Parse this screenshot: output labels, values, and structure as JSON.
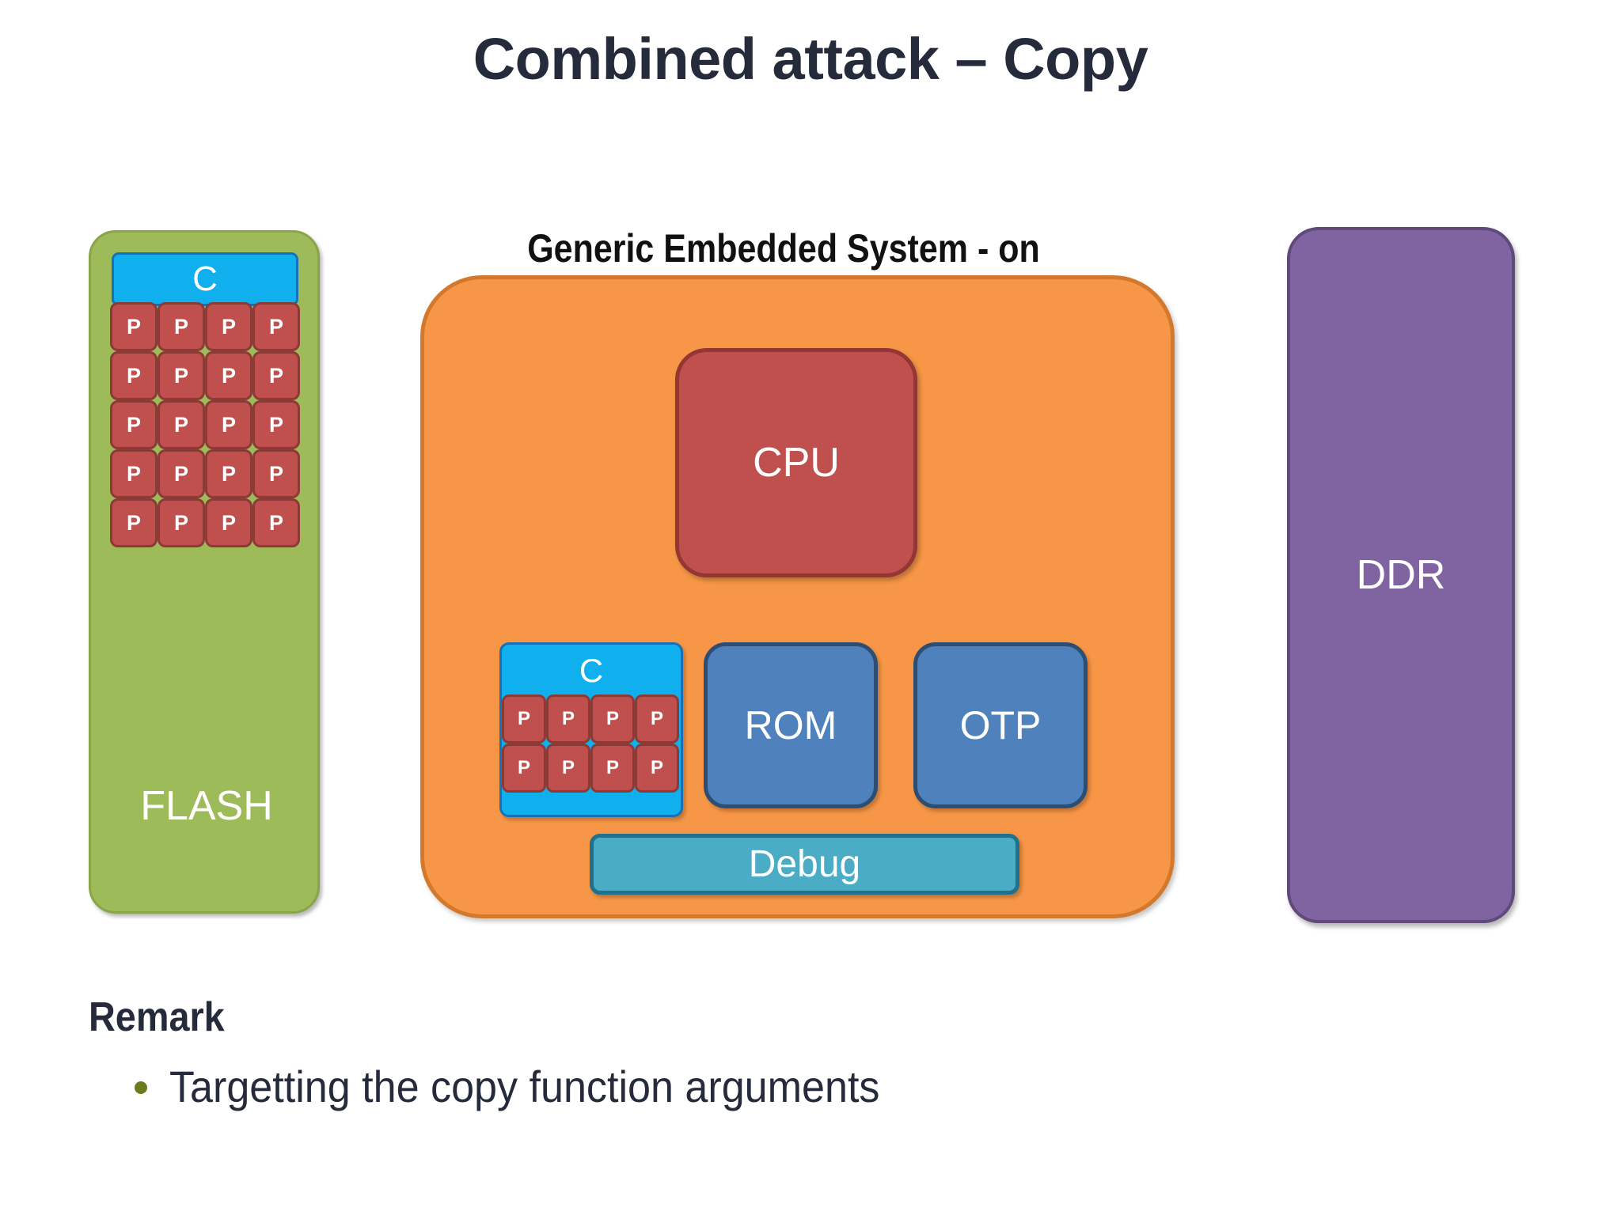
{
  "slide": {
    "title": "Combined attack – Copy"
  },
  "diagram": {
    "soc_heading": "Generic Embedded System - on",
    "flash": {
      "label": "FLASH",
      "cache_label": "C",
      "color": "#9ebb5a",
      "grid_rows": 5,
      "grid_cols": 4,
      "cell_label": "P",
      "cells": [
        "P",
        "P",
        "P",
        "P",
        "P",
        "P",
        "P",
        "P",
        "P",
        "P",
        "P",
        "P",
        "P",
        "P",
        "P",
        "P",
        "P",
        "P",
        "P",
        "P"
      ]
    },
    "soc": {
      "color": "#f79646",
      "cpu": {
        "label": "CPU",
        "color": "#c0504d"
      },
      "inner_memory": {
        "cache_label": "C",
        "color": "#0fb0ed",
        "grid_rows": 2,
        "grid_cols": 4,
        "cell_label": "P",
        "cells": [
          "P",
          "P",
          "P",
          "P",
          "P",
          "P",
          "P",
          "P"
        ]
      },
      "rom": {
        "label": "ROM",
        "color": "#4f81bd"
      },
      "otp": {
        "label": "OTP",
        "color": "#4f81bd"
      },
      "debug": {
        "label": "Debug",
        "color": "#4bacc6"
      }
    },
    "ddr": {
      "label": "DDR",
      "color": "#8064a2"
    }
  },
  "remark": {
    "heading": "Remark",
    "bullets": [
      "Targetting the copy function arguments"
    ],
    "bullet_color": "#6f7a1e"
  }
}
